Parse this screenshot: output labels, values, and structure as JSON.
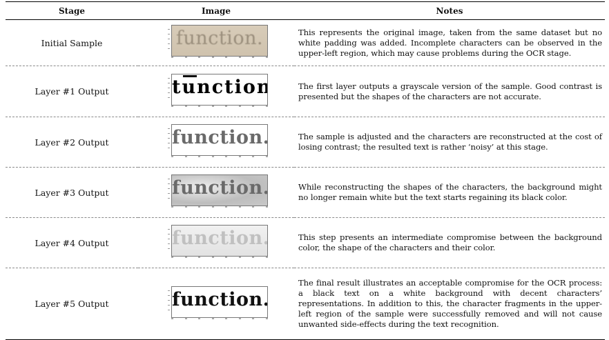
{
  "table": {
    "headers": [
      "Stage",
      "Image",
      "Notes"
    ],
    "rows": [
      {
        "stage": "Initial Sample",
        "image_word": "function.",
        "note": "This represents the original image, taken from the same dataset but no white padding was added. Incomplete characters can be observed in the upper-left region, which may cause problems during the OCR stage."
      },
      {
        "stage": "Layer #1 Output",
        "image_word": "tunction.",
        "note": "The first layer outputs a grayscale version of the sample. Good contrast is presented but the shapes of the characters are not accurate."
      },
      {
        "stage": "Layer #2 Output",
        "image_word": "function.",
        "note": "The sample is adjusted and the characters are reconstructed at the cost of losing contrast; the resulted text is rather ‘noisy’ at this stage."
      },
      {
        "stage": "Layer #3 Output",
        "image_word": "function.",
        "note": "While reconstructing the shapes of the characters, the background might no longer remain white but the text starts regaining its black color."
      },
      {
        "stage": "Layer #4 Output",
        "image_word": "function.",
        "note": "This step presents an intermediate compromise between the background color, the shape of the characters and their color."
      },
      {
        "stage": "Layer #5 Output",
        "image_word": "function.",
        "note": "The final result illustrates an acceptable compromise for the OCR process: a black text on a white background with decent characters’ representations. In addition to this, the character fragments in the upper-left region of the sample were successfully removed and will not cause unwanted side-effects during the text recognition."
      }
    ]
  }
}
